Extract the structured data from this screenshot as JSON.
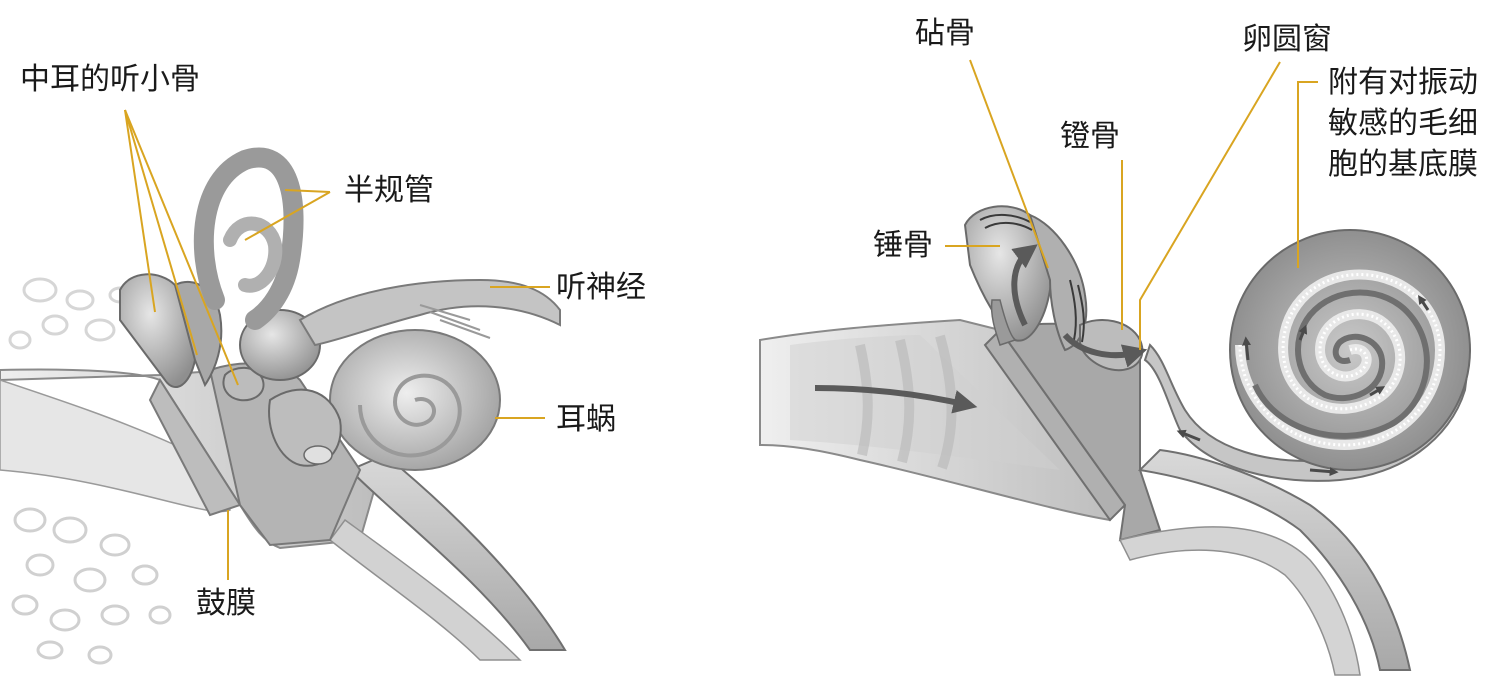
{
  "diagram": {
    "left_panel": {
      "labels": {
        "ossicles": "中耳的听小骨",
        "semicircular_canals": "半规管",
        "auditory_nerve": "听神经",
        "cochlea": "耳蜗",
        "eardrum": "鼓膜"
      }
    },
    "right_panel": {
      "labels": {
        "incus": "砧骨",
        "oval_window": "卵圆窗",
        "stapes": "镫骨",
        "malleus": "锤骨",
        "basilar_membrane_line1": "附有对振动",
        "basilar_membrane_line2": "敏感的毛细",
        "basilar_membrane_line3": "胞的基底膜"
      }
    },
    "colors": {
      "leader_line": "#d9a521",
      "arrow": "#5a5a5a",
      "tissue": "#c8c8c8"
    }
  }
}
